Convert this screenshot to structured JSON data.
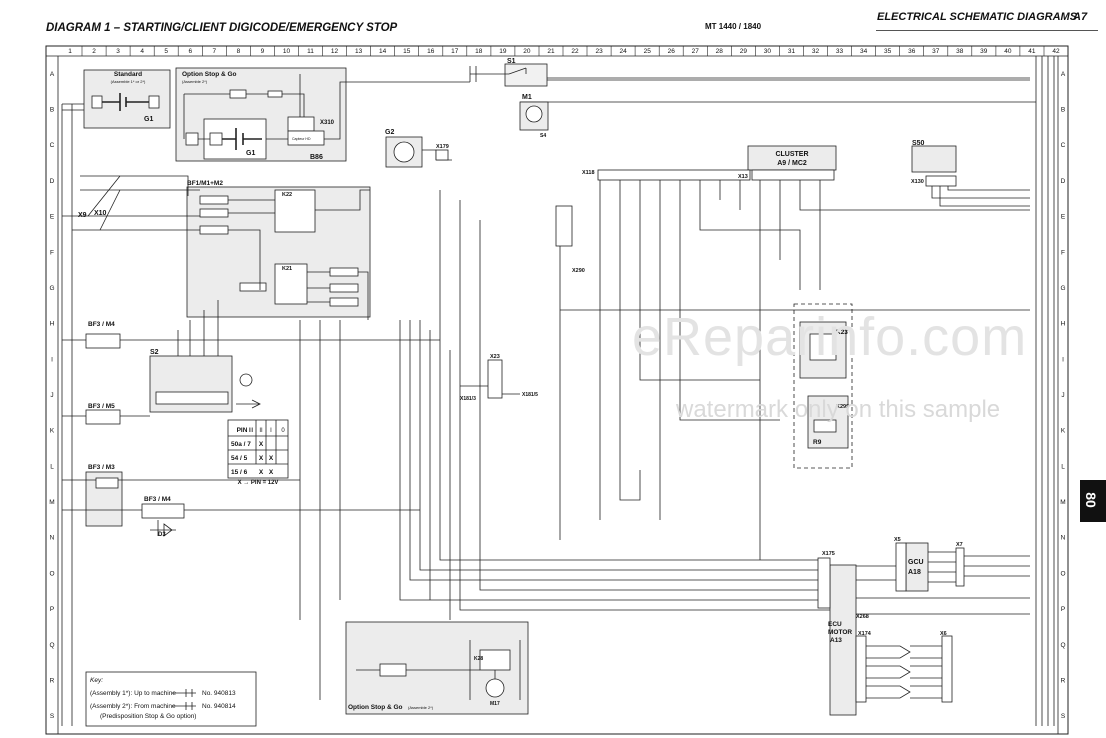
{
  "header": {
    "title": "DIAGRAM 1 – STARTING/CLIENT DIGICODE/EMERGENCY STOP",
    "model": "MT 1440 / 1840",
    "section": "ELECTRICAL SCHEMATIC DIAGRAMS",
    "page_id": "A7",
    "side_tab": "80"
  },
  "grid": {
    "columns": [
      "1",
      "2",
      "3",
      "4",
      "5",
      "6",
      "7",
      "8",
      "9",
      "10",
      "11",
      "12",
      "13",
      "14",
      "15",
      "16",
      "17",
      "18",
      "19",
      "20",
      "21",
      "22",
      "23",
      "24",
      "25",
      "26",
      "27",
      "28",
      "29",
      "30",
      "31",
      "32",
      "33",
      "34",
      "35",
      "36",
      "37",
      "38",
      "39",
      "40",
      "41",
      "42"
    ],
    "rows": [
      "A",
      "B",
      "C",
      "D",
      "E",
      "F",
      "G",
      "H",
      "I",
      "J",
      "K",
      "L",
      "M",
      "N",
      "O",
      "P",
      "Q",
      "R",
      "S"
    ]
  },
  "components": {
    "standard": "Standard",
    "standard_note": "(Assemble 1* or 2*)",
    "g1": "G1",
    "stopgo": "Option Stop & Go",
    "stopgo_note": "(Assemble 2*)",
    "g1b": "G1",
    "b86": "B86",
    "x310": "X310",
    "capteur": "Capteur HD",
    "s1": "S1",
    "m1": "M1",
    "s4": "S4",
    "g2": "G2",
    "x179": "X179",
    "x290": "X290",
    "x118": "X118",
    "x13": "X13",
    "cluster": "CLUSTER",
    "cluster_id": "A9 / MC2",
    "s50": "S50",
    "x130": "X130",
    "bf1": "BF1/M1+M2",
    "k22": "K22",
    "k21": "K21",
    "x9": "X9",
    "x10": "X10",
    "bf3m4": "BF3 / M4",
    "bf3m5": "BF3 / M5",
    "bf3m3": "BF3 / M3",
    "bf3m4b": "BF3 / M4",
    "s2": "S2",
    "d3": "D3",
    "x23": "X23",
    "x1813": "X181/3",
    "x1815": "X181/5",
    "k23": "K23",
    "k299": "K299",
    "r9": "R9",
    "x175": "X175",
    "x5": "X5",
    "gcu": "GCU",
    "a18": "A18",
    "x7": "X7",
    "x268": "X268",
    "ecu": "ECU",
    "motor": "MOTOR",
    "a13": "A13",
    "x174": "X174",
    "x6": "X6",
    "k28": "K28",
    "m17": "M17",
    "stopgo2": "Option Stop & Go",
    "stopgo2_note": "(Assemble 2*)"
  },
  "pin_table": {
    "title": "PIN",
    "cols": [
      "0",
      "I",
      "II",
      "III"
    ],
    "rows": [
      {
        "pin": "50a / 7",
        "marks": [
          "X",
          "",
          "",
          ""
        ]
      },
      {
        "pin": "54 / 5",
        "marks": [
          "X",
          "X",
          "",
          ""
        ]
      },
      {
        "pin": "15 / 6",
        "marks": [
          "X",
          "X",
          "",
          ""
        ]
      }
    ],
    "legend": "X → PIN = 12V"
  },
  "key": {
    "title": "Key:",
    "line1_label": "(Assembly 1*): Up to machine",
    "line1_value": "No. 940813",
    "line2_label": "(Assembly 2*): From machine",
    "line2_value": "No. 940814",
    "line3": "(Predisposition Stop & Go option)"
  },
  "watermark": {
    "main": "eReparinfo.com",
    "sub": "watermark only on this sample"
  }
}
